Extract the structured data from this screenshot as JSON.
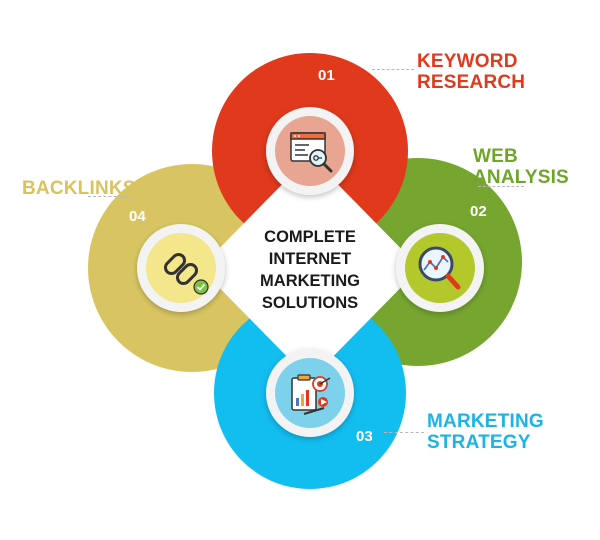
{
  "title_lines": [
    "COMPLETE",
    "INTERNET",
    "MARKETING",
    "SOLUTIONS"
  ],
  "segments": [
    {
      "number": "01",
      "label_lines": [
        "KEYWORD",
        "RESEARCH"
      ],
      "color": "#e0391c",
      "inner_color": "#e8a592",
      "icon": "keyword-research-icon"
    },
    {
      "number": "02",
      "label_lines": [
        "WEB",
        "ANALYSIS"
      ],
      "color": "#76a630",
      "inner_color": "#b3c92b",
      "icon": "web-analysis-icon"
    },
    {
      "number": "03",
      "label_lines": [
        "MARKETING",
        "STRATEGY"
      ],
      "color": "#12bdf0",
      "inner_color": "#7ed1ea",
      "icon": "marketing-strategy-icon"
    },
    {
      "number": "04",
      "label_lines": [
        "BACKLINKS"
      ],
      "color": "#d8c562",
      "inner_color": "#f4e68a",
      "icon": "backlinks-icon"
    }
  ]
}
